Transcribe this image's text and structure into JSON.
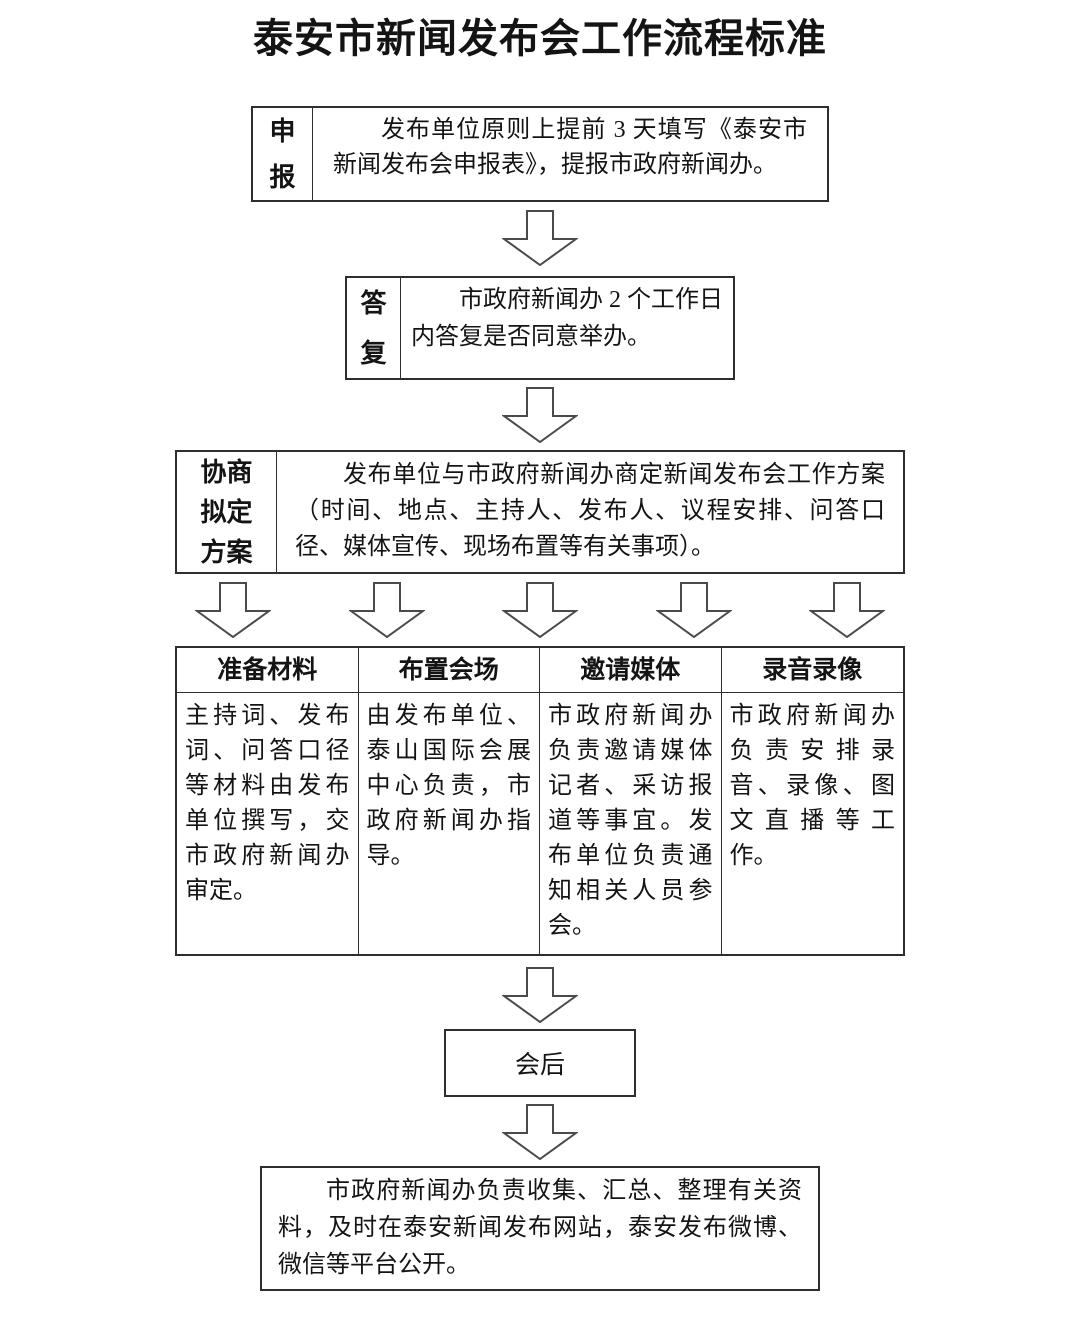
{
  "page": {
    "title": "泰安市新闻发布会工作流程标准"
  },
  "flow": {
    "declare": {
      "label": "申\n报",
      "text": "发布单位原则上提前 3 天填写《泰安市新闻发布会申报表》，提报市政府新闻办。"
    },
    "reply": {
      "label": "答\n复",
      "text": "市政府新闻办 2 个工作日内答复是否同意举办。"
    },
    "plan": {
      "label": "协商\n拟定\n方案",
      "text": "发布单位与市政府新闻办商定新闻发布会工作方案（时间、地点、主持人、发布人、议程安排、问答口径、媒体宣传、现场布置等有关事项）。"
    },
    "parallel": {
      "columns": [
        {
          "header": "准备材料",
          "text": "主持词、发布词、问答口径等材料由发布单位撰写，交市政府新闻办审定。"
        },
        {
          "header": "布置会场",
          "text": "由发布单位、泰山国际会展中心负责，市政府新闻办指导。"
        },
        {
          "header": "邀请媒体",
          "text": "市政府新闻办负责邀请媒体记者、采访报道等事宜。发布单位负责通知相关人员参会。"
        },
        {
          "header": "录音录像",
          "text": "市政府新闻办负责安排录音、录像、图文直播等工作。"
        }
      ]
    },
    "after": {
      "label": "会后"
    },
    "publish": {
      "text": "市政府新闻办负责收集、汇总、整理有关资料，及时在泰安新闻发布网站，泰安发布微博、微信等平台公开。"
    }
  },
  "icons": {
    "down_arrow": "block-down-arrow"
  },
  "colors": {
    "line": "#2e2e2e",
    "text": "#141414",
    "background": "#ffffff",
    "arrow_outline": "#4a4a4a"
  }
}
